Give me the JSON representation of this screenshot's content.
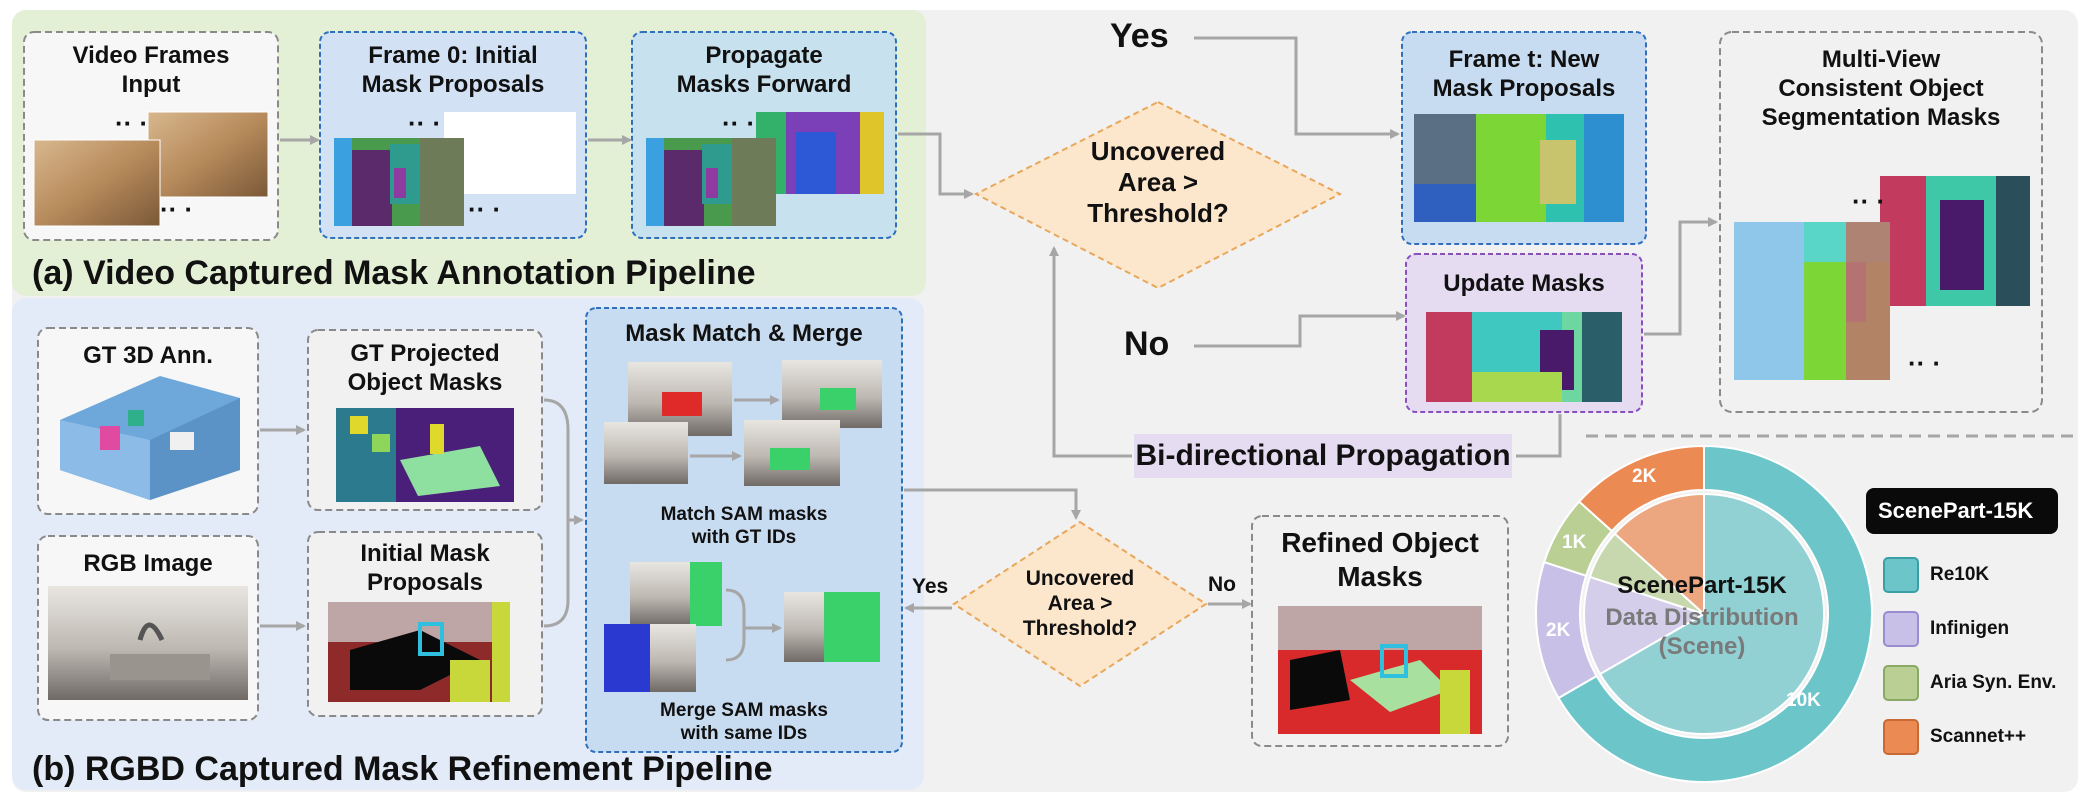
{
  "panel_a": {
    "title": "(a) Video Captured Mask Annotation Pipeline",
    "video_frames_label": "Video Frames\nInput",
    "frame0_label": "Frame 0: Initial\nMask Proposals",
    "propagate_label": "Propagate\nMasks Forward"
  },
  "decision_top": {
    "label": "Uncovered\nArea >\nThreshold?",
    "yes": "Yes",
    "no": "No"
  },
  "frame_t_label": "Frame t: New\nMask Proposals",
  "update_masks_label": "Update Masks",
  "multiview_label": "Multi-View\nConsistent Object\nSegmentation Masks",
  "bidirectional_label": "Bi-directional Propagation",
  "panel_b": {
    "title": "(b) RGBD Captured Mask Refinement Pipeline",
    "gt3d_label": "GT 3D Ann.",
    "gt_projected_label": "GT Projected\nObject Masks",
    "rgb_label": "RGB Image",
    "initial_proposals_label": "Initial Mask\nProposals",
    "match_merge_title": "Mask Match & Merge",
    "match_caption": "Match SAM masks\nwith GT IDs",
    "merge_caption": "Merge SAM masks\nwith same IDs"
  },
  "decision_bottom": {
    "label": "Uncovered\nArea >\nThreshold?",
    "yes": "Yes",
    "no": "No"
  },
  "refined_label": "Refined Object\nMasks",
  "legend": {
    "title": "ScenePart-15K",
    "items": [
      {
        "label": "Re10K",
        "color": "#6cc5c9"
      },
      {
        "label": "Infinigen",
        "color": "#c9c0e8"
      },
      {
        "label": "Aria Syn. Env.",
        "color": "#b9cf94"
      },
      {
        "label": "Scannet++",
        "color": "#ec8a54"
      }
    ]
  },
  "chart_data": {
    "type": "pie",
    "title": "ScenePart-15K",
    "subtitle": "Data Distribution\n(Scene)",
    "slices": [
      {
        "name": "Re10K",
        "value": 10,
        "label": "10K",
        "color": "#6cc5c9"
      },
      {
        "name": "Infinigen",
        "value": 2,
        "label": "2K",
        "color": "#c9c0e8"
      },
      {
        "name": "Aria Syn. Env.",
        "value": 1,
        "label": "1K",
        "color": "#b9cf94"
      },
      {
        "name": "Scannet++",
        "value": 2,
        "label": "2K",
        "color": "#ec8a54"
      }
    ]
  },
  "colors": {
    "panel_a_bg": "#e3f0d6",
    "panel_b_bg": "#e2ebf7",
    "right_bg": "#f1f1f1",
    "decision_fill": "#fde7cc",
    "blue_box": "#d2e2f4",
    "purple_box": "#e5dcf2",
    "arrow": "#a6a6a6"
  }
}
